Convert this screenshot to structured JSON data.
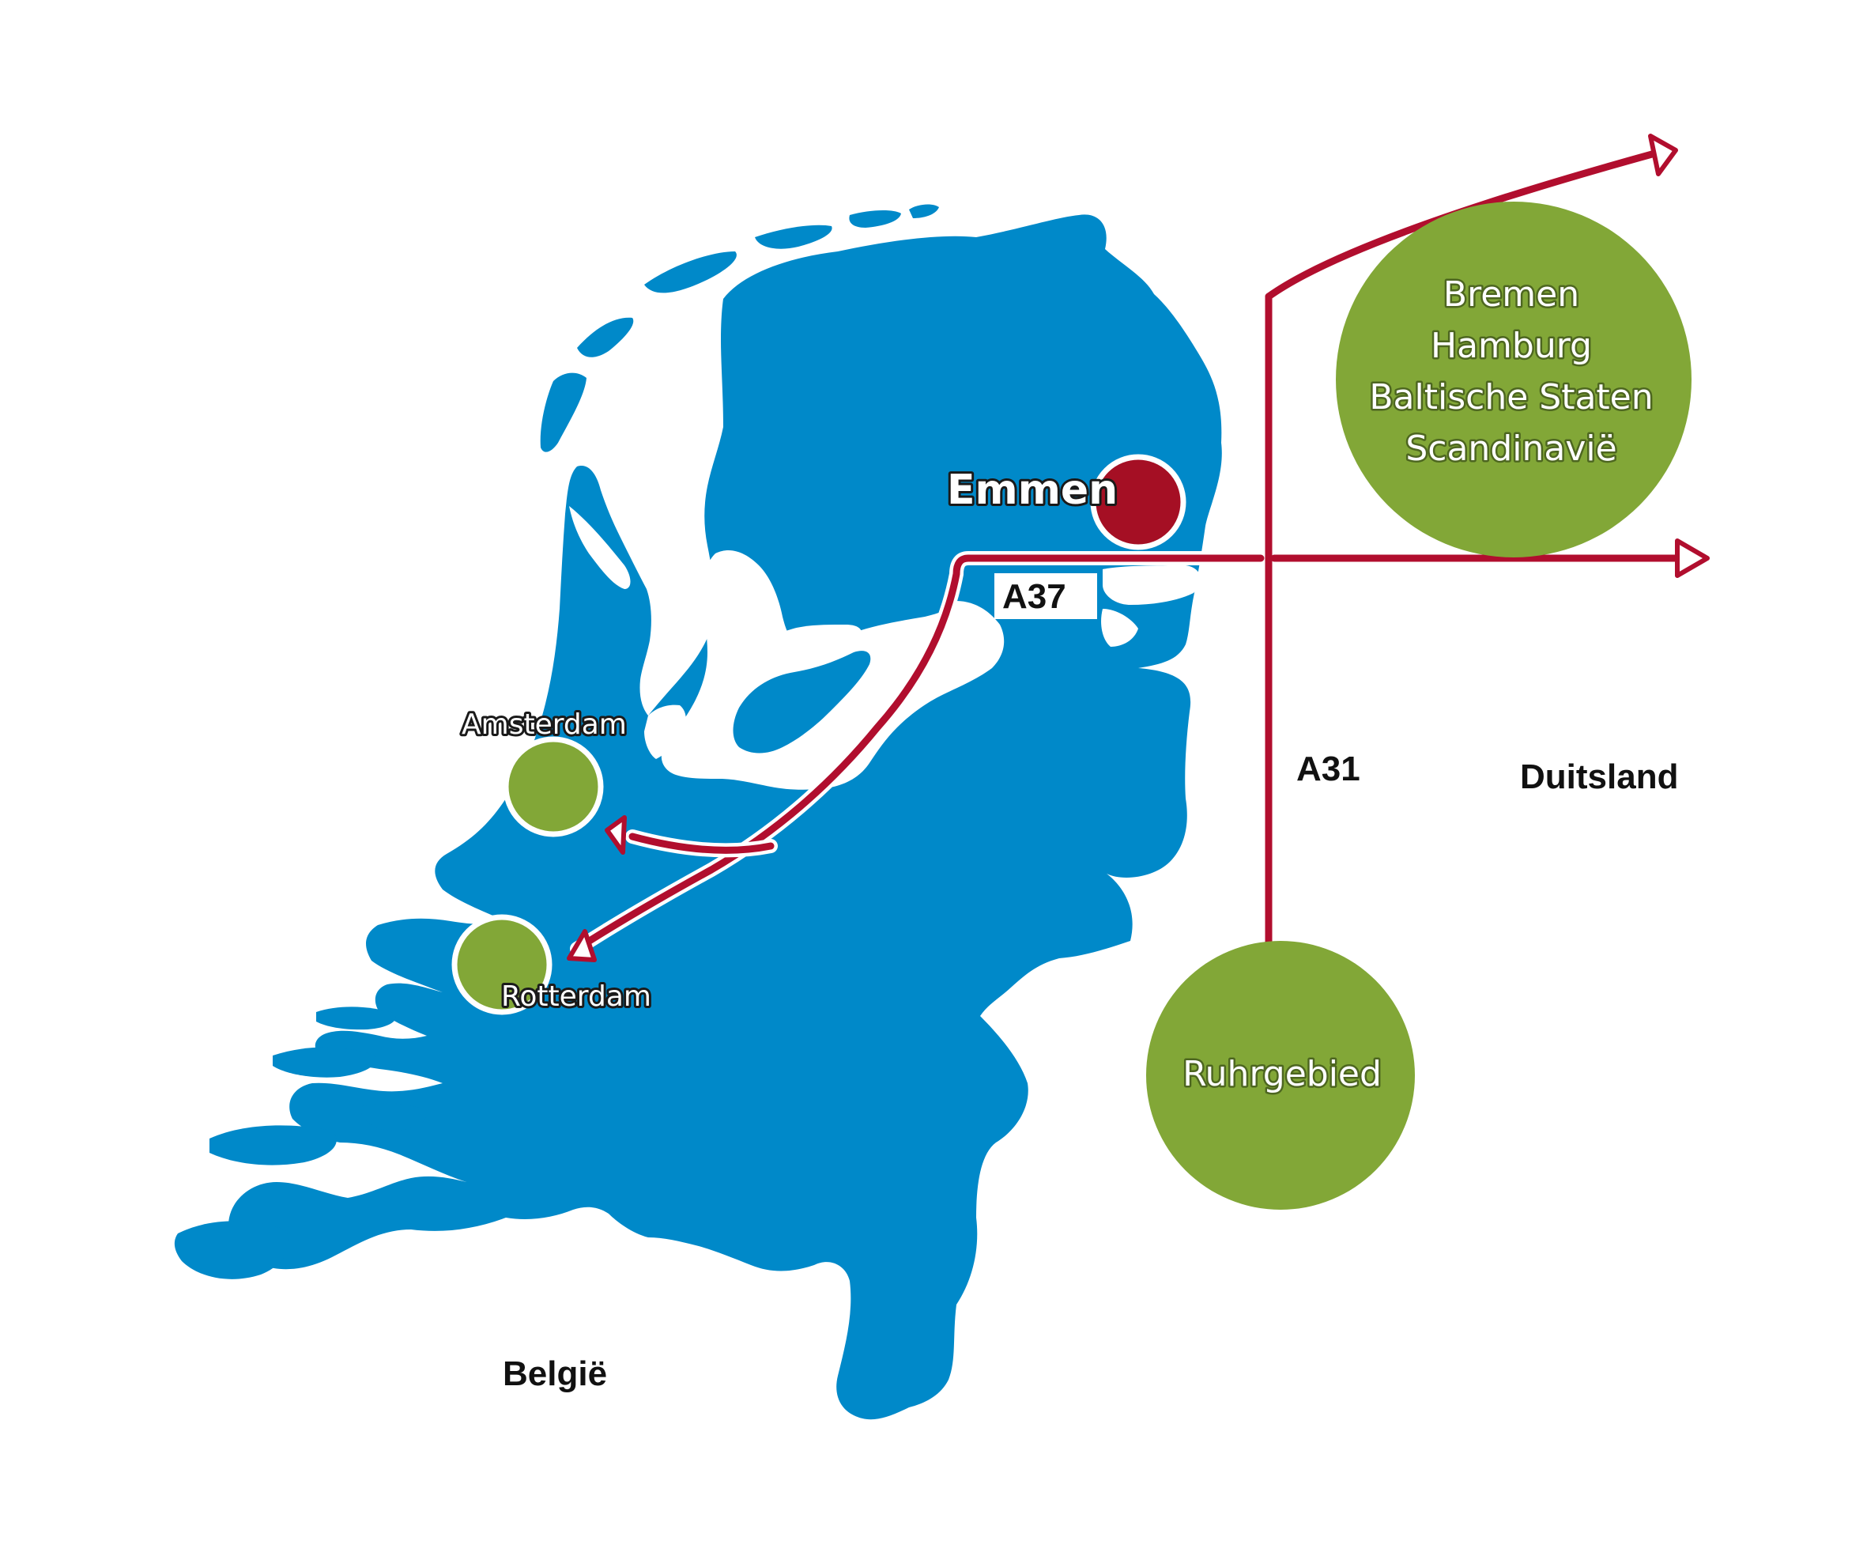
{
  "colors": {
    "land": "#0089c9",
    "water": "#ffffff",
    "route": "#b10e2e",
    "emmen": "#a50f24",
    "destination": "#82a737",
    "label_dark": "#111111"
  },
  "icons": [
    "route-arrow",
    "city-marker"
  ],
  "cities": {
    "emmen": "Emmen",
    "amsterdam": "Amsterdam",
    "rotterdam": "Rotterdam"
  },
  "roads": {
    "a37": "A37",
    "a31": "A31"
  },
  "countries": {
    "germany": "Duitsland",
    "belgium": "België"
  },
  "destinations": {
    "north": [
      "Bremen",
      "Hamburg",
      "Baltische Staten",
      "Scandinavië"
    ],
    "south": "Ruhrgebied"
  }
}
